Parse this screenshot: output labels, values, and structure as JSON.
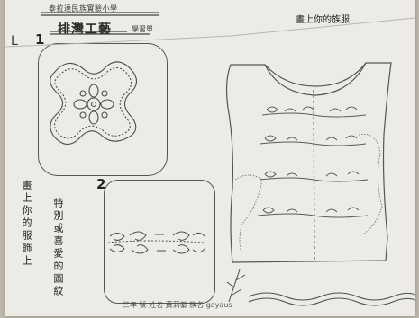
{
  "header": {
    "school": "泰拉達民族實驗小學",
    "title": "排灣工藝",
    "subtitle": "學習單"
  },
  "prompt": "畫上你的族服",
  "sections": [
    {
      "number": "1"
    },
    {
      "number": "2"
    }
  ],
  "side_text": {
    "left": "畫上你的服飾上",
    "right": "特別或喜愛的圖紋"
  },
  "footer": {
    "text": "三年 號 姓名 黃莉蓁 族名 gayaus"
  },
  "edge_mark": "L"
}
